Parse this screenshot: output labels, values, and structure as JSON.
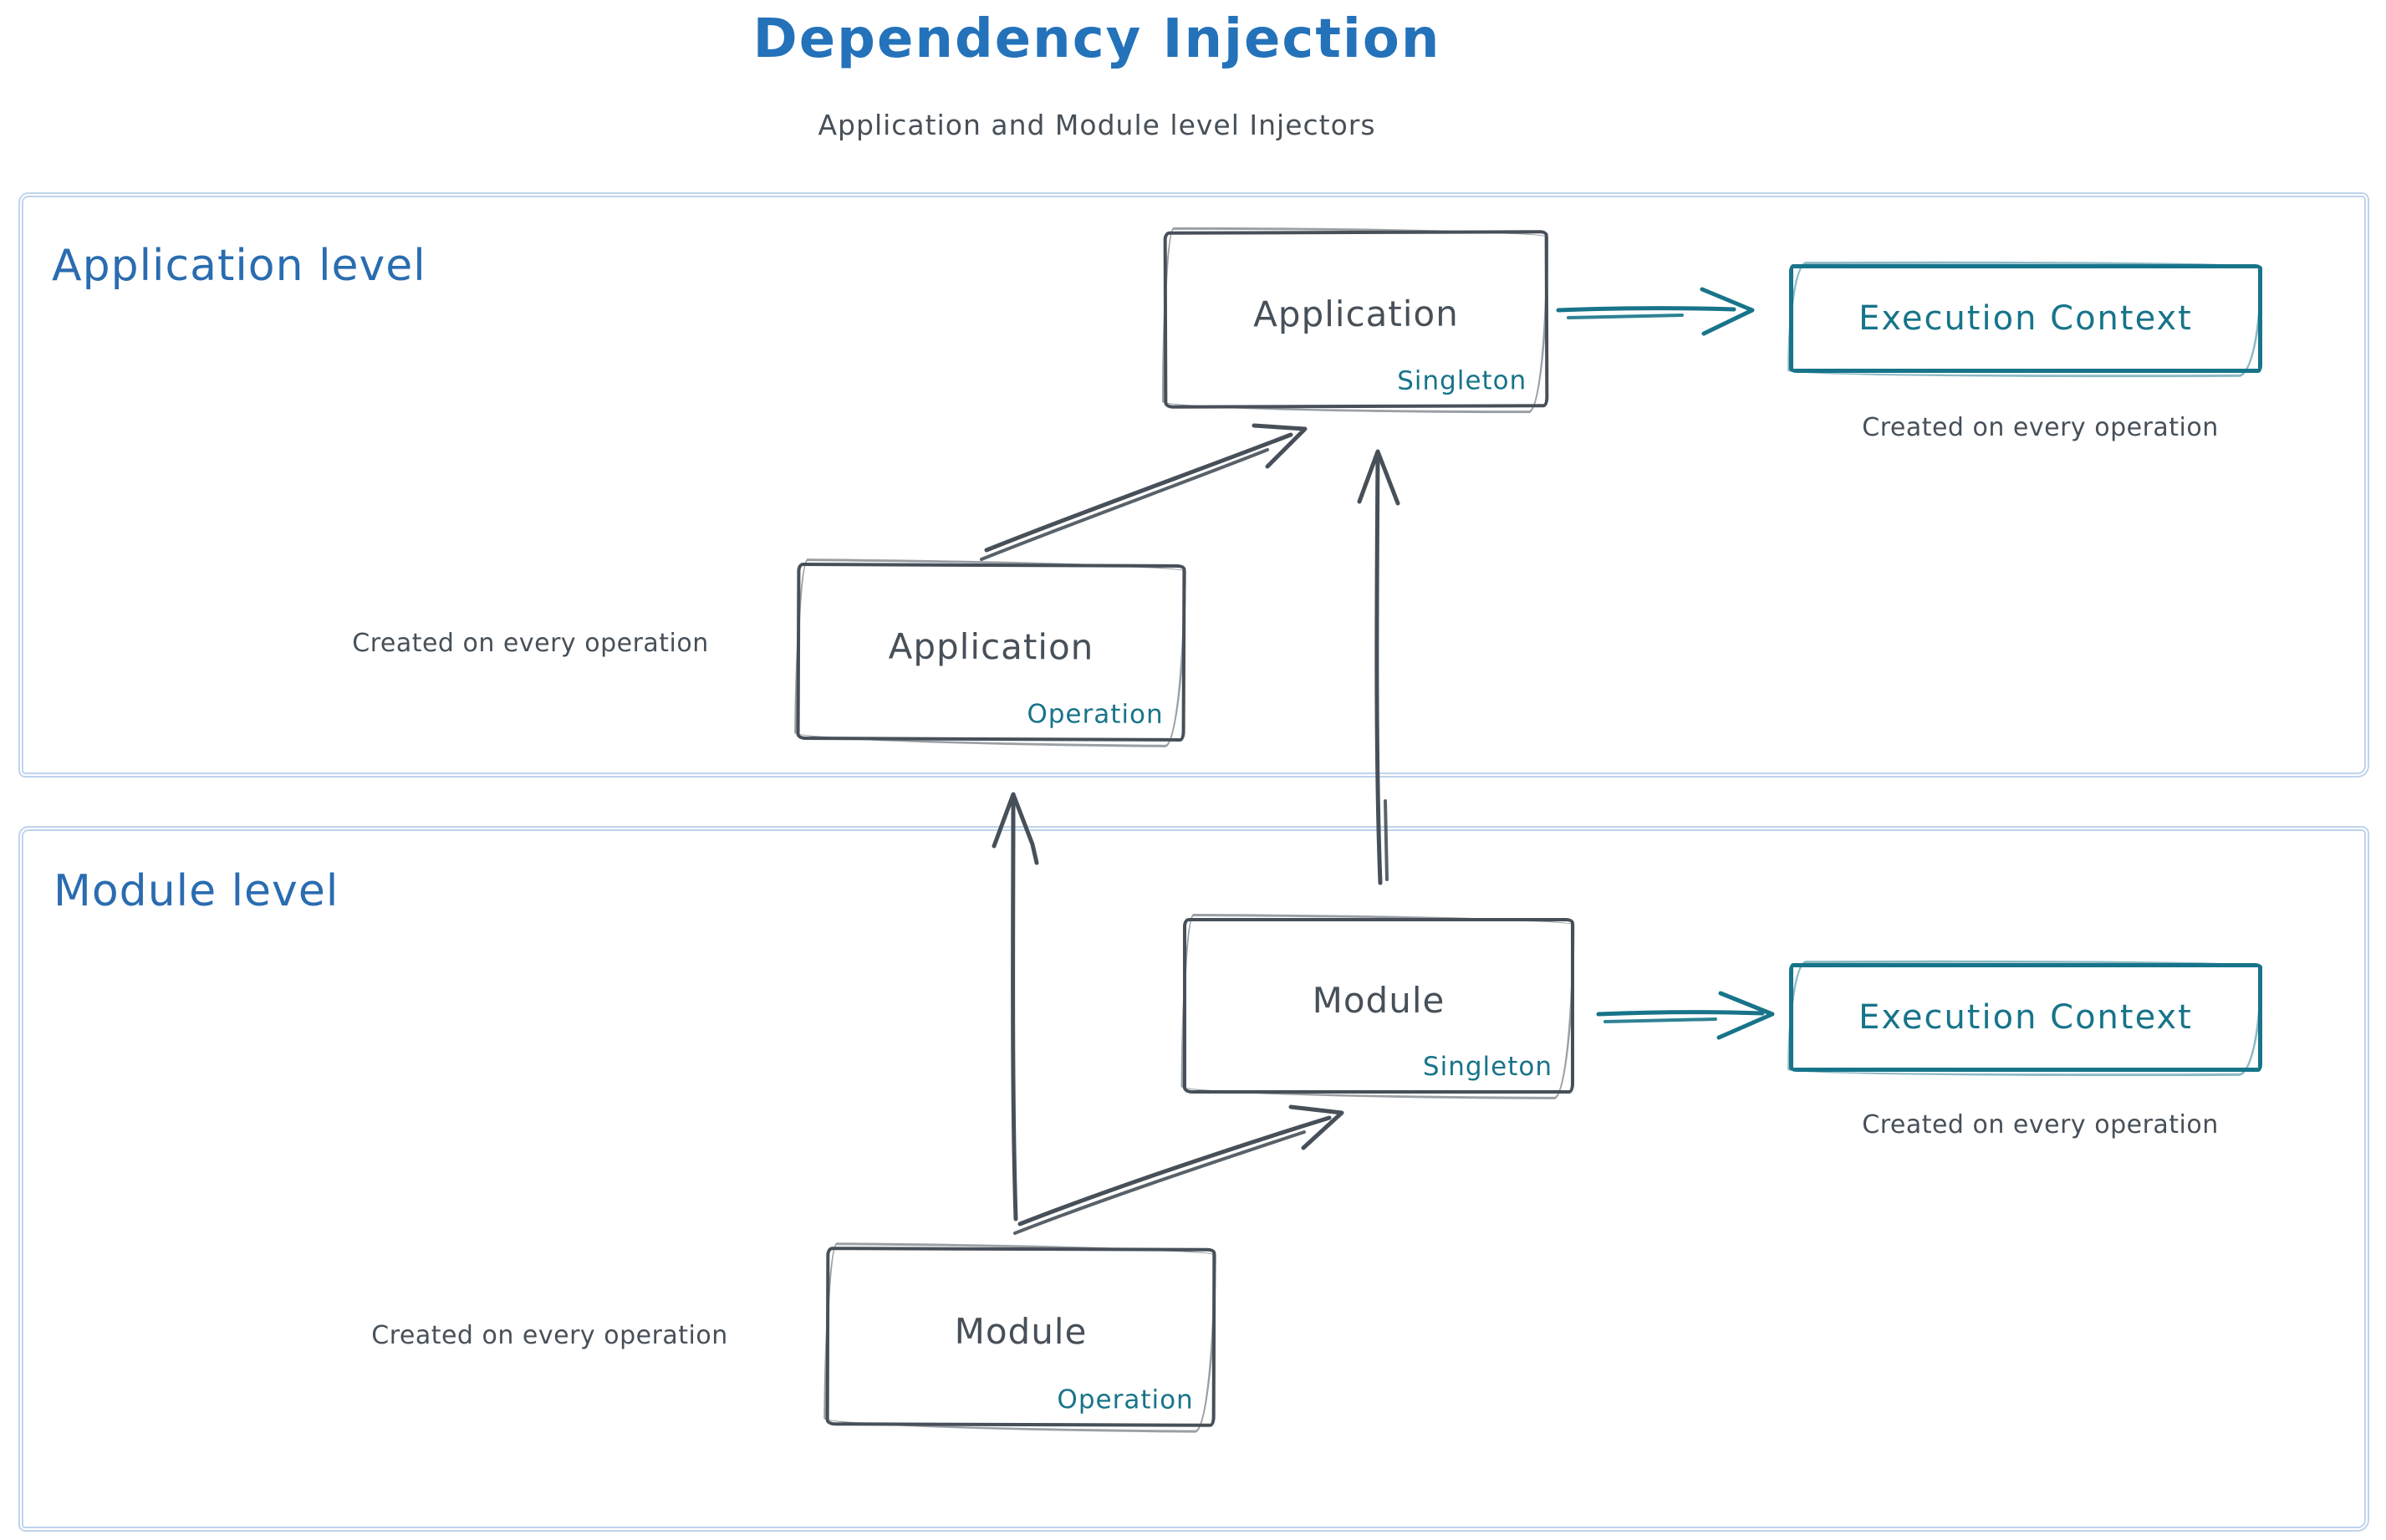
{
  "title": "Dependency Injection",
  "subtitle": "Application and Module level Injectors",
  "colors": {
    "title-blue": "#2372ba",
    "label-blue": "#2a6cb0",
    "ink": "#475059",
    "teal": "#17748a",
    "frame-blue": "#bfd3ec"
  },
  "sections": [
    {
      "id": "application",
      "label": "Application level",
      "singleton": {
        "name": "Application",
        "scope": "Singleton"
      },
      "operation": {
        "name": "Application",
        "scope": "Operation"
      },
      "operation_caption": "Created on every operation",
      "execution_context": {
        "label": "Execution Context",
        "caption": "Created on every operation"
      }
    },
    {
      "id": "module",
      "label": "Module level",
      "singleton": {
        "name": "Module",
        "scope": "Singleton"
      },
      "operation": {
        "name": "Module",
        "scope": "Operation"
      },
      "operation_caption": "Created on every operation",
      "execution_context": {
        "label": "Execution Context",
        "caption": "Created on every operation"
      }
    }
  ],
  "edges": [
    {
      "from": "application-operation",
      "to": "application-singleton",
      "style": "sketch-dark"
    },
    {
      "from": "application-singleton",
      "to": "execution-context-application",
      "style": "sketch-teal"
    },
    {
      "from": "module-operation",
      "to": "module-singleton",
      "style": "sketch-dark"
    },
    {
      "from": "module-singleton",
      "to": "execution-context-module",
      "style": "sketch-teal"
    },
    {
      "from": "module-operation",
      "to": "application-operation",
      "style": "sketch-dark"
    },
    {
      "from": "module-singleton",
      "to": "application-singleton",
      "style": "sketch-dark"
    }
  ]
}
